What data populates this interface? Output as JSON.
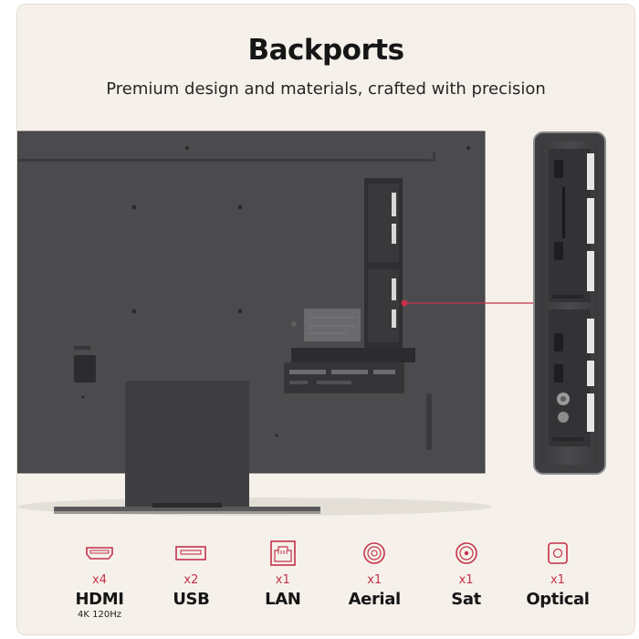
{
  "header": {
    "title": "Backports",
    "subtitle": "Premium design and materials, crafted with precision"
  },
  "colors": {
    "accent": "#c5314a",
    "card_background": "#f5f1ea",
    "tv_body": "#4a4a4c",
    "text": "#161616"
  },
  "features": [
    {
      "icon": "hdmi-port-icon",
      "count": "x4",
      "name": "HDMI",
      "sub": "4K 120Hz"
    },
    {
      "icon": "usb-port-icon",
      "count": "x2",
      "name": "USB",
      "sub": ""
    },
    {
      "icon": "lan-port-icon",
      "count": "x1",
      "name": "LAN",
      "sub": ""
    },
    {
      "icon": "aerial-port-icon",
      "count": "x1",
      "name": "Aerial",
      "sub": ""
    },
    {
      "icon": "satellite-port-icon",
      "count": "x1",
      "name": "Sat",
      "sub": ""
    },
    {
      "icon": "optical-port-icon",
      "count": "x1",
      "name": "Optical",
      "sub": ""
    }
  ]
}
